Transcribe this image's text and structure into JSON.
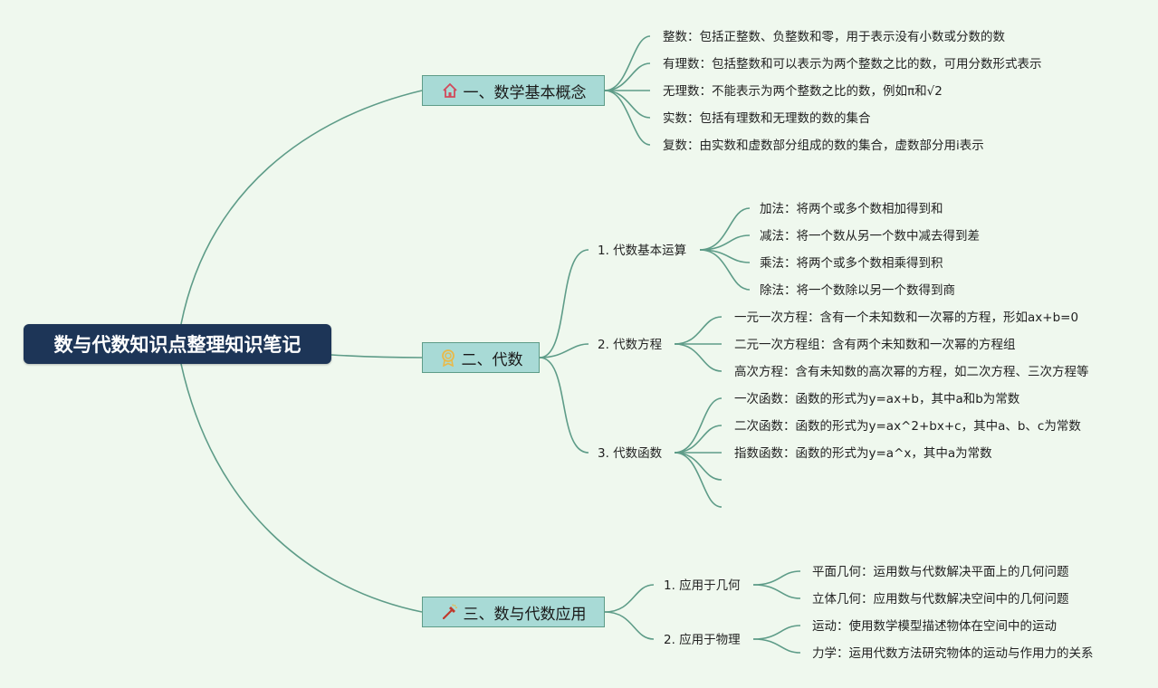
{
  "root": {
    "title": "数与代数知识点整理知识笔记"
  },
  "branches": [
    {
      "label": "一、数学基本概念",
      "icon": "house-icon",
      "items": [
        "整数：包括正整数、负整数和零，用于表示没有小数或分数的数",
        "有理数：包括整数和可以表示为两个整数之比的数，可用分数形式表示",
        "无理数：不能表示为两个整数之比的数，例如π和√2",
        "实数：包括有理数和无理数的数的集合",
        "复数：由实数和虚数部分组成的数的集合，虚数部分用i表示"
      ]
    },
    {
      "label": "二、代数",
      "icon": "award-icon",
      "subs": [
        {
          "label": "1. 代数基本运算",
          "items": [
            "加法：将两个或多个数相加得到和",
            "减法：将一个数从另一个数中减去得到差",
            "乘法：将两个或多个数相乘得到积",
            "除法：将一个数除以另一个数得到商"
          ]
        },
        {
          "label": "2. 代数方程",
          "items": [
            "一元一次方程：含有一个未知数和一次幂的方程，形如ax+b=0",
            "二元一次方程组：含有两个未知数和一次幂的方程组",
            "高次方程：含有未知数的高次幂的方程，如二次方程、三次方程等"
          ]
        },
        {
          "label": "3. 代数函数",
          "items": [
            "一次函数：函数的形式为y=ax+b，其中a和b为常数",
            "二次函数：函数的形式为y=ax^2+bx+c，其中a、b、c为常数",
            "指数函数：函数的形式为y=a^x，其中a为常数",
            "",
            ""
          ]
        }
      ]
    },
    {
      "label": "三、数与代数应用",
      "icon": "tools-icon",
      "subs": [
        {
          "label": "1. 应用于几何",
          "items": [
            "平面几何：运用数与代数解决平面上的几何问题",
            "立体几何：应用数与代数解决空间中的几何问题"
          ]
        },
        {
          "label": "2. 应用于物理",
          "items": [
            "运动：使用数学模型描述物体在空间中的运动",
            "力学：运用代数方法研究物体的运动与作用力的关系"
          ]
        }
      ]
    }
  ],
  "colors": {
    "background": "#eff8ee",
    "root": "#1d3557",
    "branch_fill": "#a8dad6",
    "line": "#5e9c88"
  }
}
